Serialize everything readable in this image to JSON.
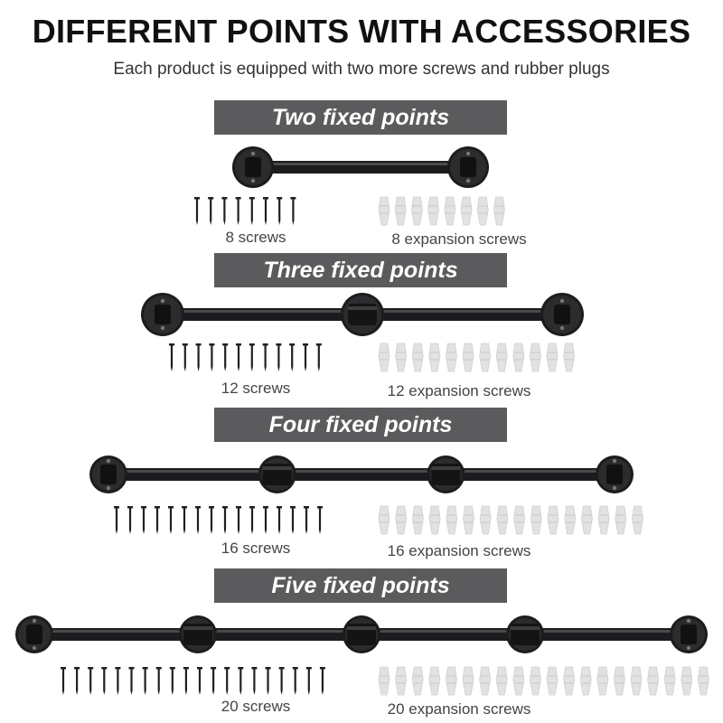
{
  "header": {
    "title": "DIFFERENT POINTS WITH ACCESSORIES",
    "subtitle": "Each product is equipped with two more screws and rubber plugs"
  },
  "colors": {
    "banner": "#5b5b5d",
    "rail": "#1c1c1e",
    "screw": "#202020",
    "plug": "#e2e2e2"
  },
  "icons": {
    "screw": "screw-icon",
    "plug": "rubber-plug-icon",
    "rail": "pipe-handrail-icon"
  },
  "sections": [
    {
      "heading": "Two fixed points",
      "fixed_points": 2,
      "screws_label": "8 screws",
      "plugs_label": "8 expansion screws",
      "screw_count": 8,
      "plug_count": 8
    },
    {
      "heading": "Three fixed points",
      "fixed_points": 3,
      "screws_label": "12 screws",
      "plugs_label": "12 expansion screws",
      "screw_count": 12,
      "plug_count": 12
    },
    {
      "heading": "Four fixed points",
      "fixed_points": 4,
      "screws_label": "16 screws",
      "plugs_label": "16 expansion screws",
      "screw_count": 16,
      "plug_count": 16
    },
    {
      "heading": "Five fixed points",
      "fixed_points": 5,
      "screws_label": "20 screws",
      "plugs_label": "20 expansion screws",
      "screw_count": 20,
      "plug_count": 20
    }
  ]
}
